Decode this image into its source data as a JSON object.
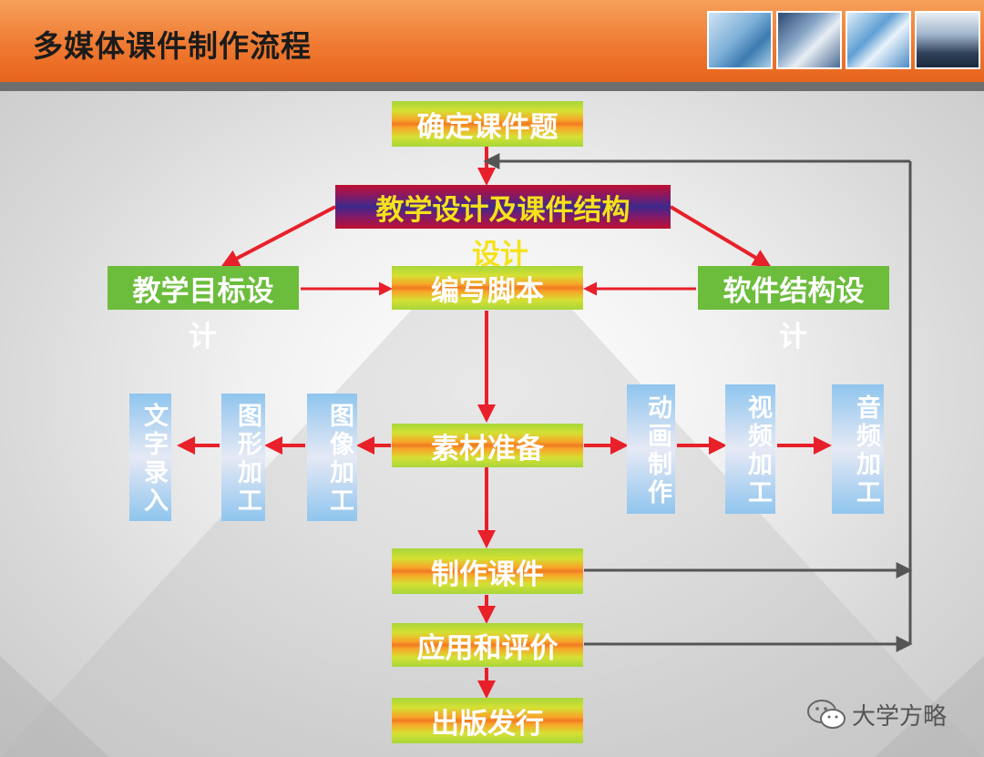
{
  "header": {
    "title": "多媒体课件制作流程"
  },
  "nodes": {
    "topic": "确定课件题",
    "design": "教学设计及课件结构",
    "design_overflow": "设计",
    "goal": "教学目标设",
    "goal_overflow": "计",
    "script": "编写脚本",
    "structure": "软件结构设",
    "structure_overflow": "计",
    "material": "素材准备",
    "make": "制作课件",
    "apply": "应用和评价",
    "publish": "出版发行"
  },
  "media": {
    "left": [
      "文字录入",
      "图形加工",
      "图像加工"
    ],
    "right": [
      "动画制作",
      "视频加工",
      "音频加工"
    ]
  },
  "watermark": {
    "text": "大学方略",
    "icon": "wechat-icon"
  },
  "colors": {
    "arrow": "#e8202a",
    "feedback": "#555555",
    "accent": "#ef7a32"
  }
}
